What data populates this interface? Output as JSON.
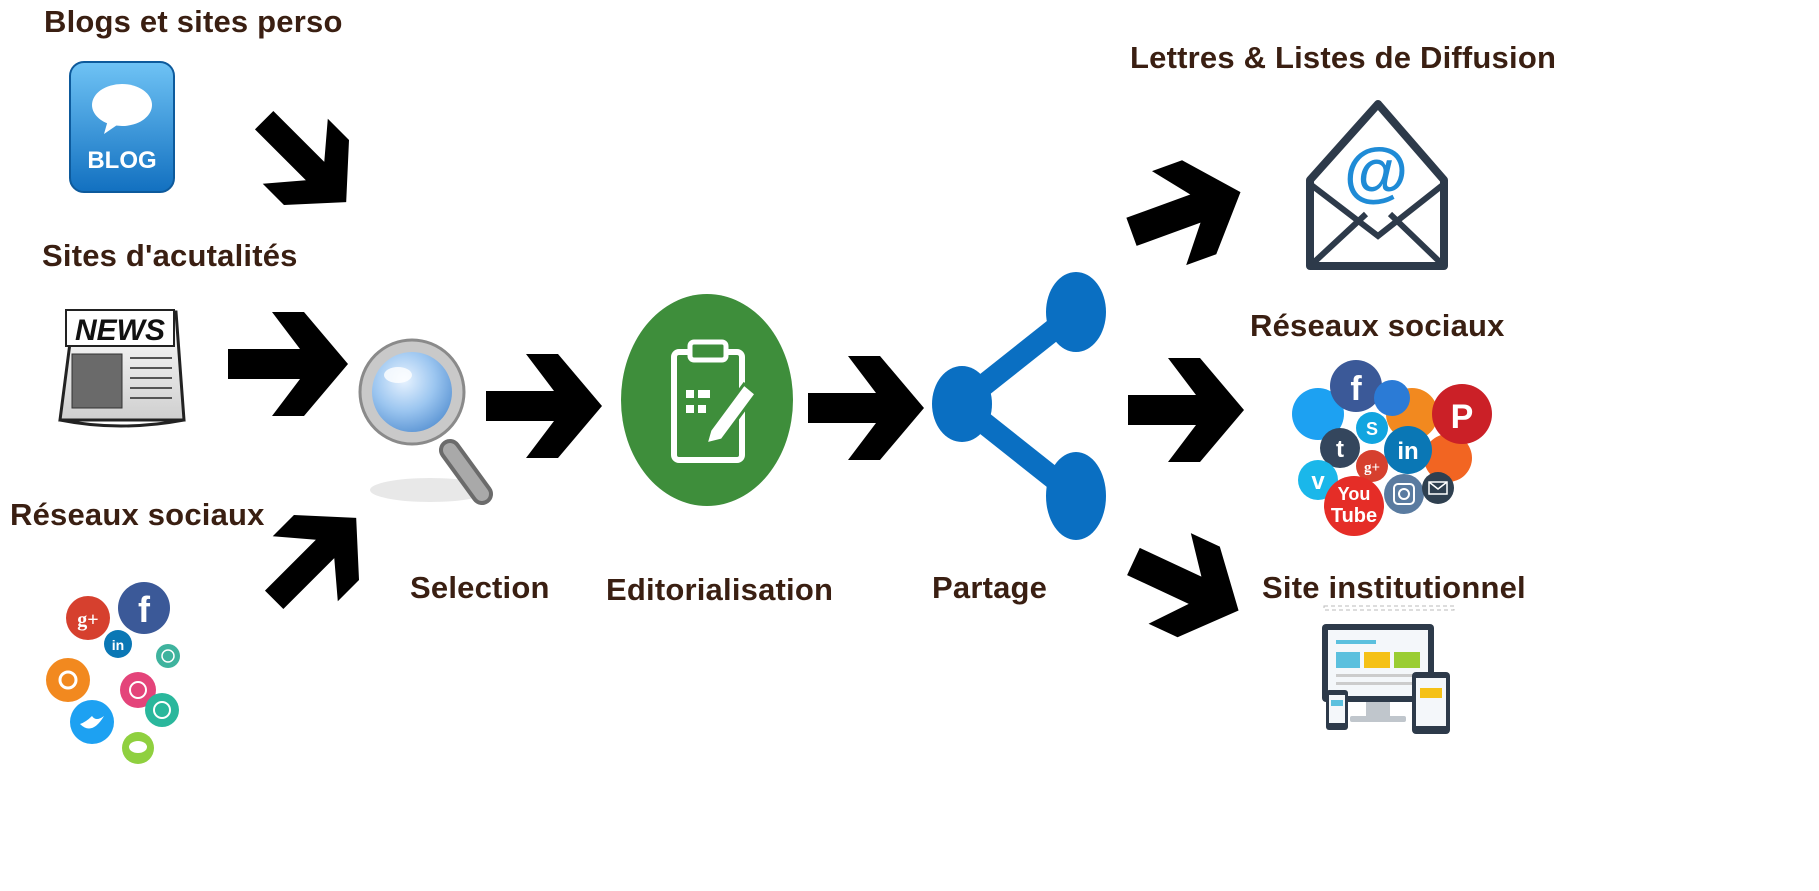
{
  "sources": {
    "blogs": {
      "title": "Blogs et sites perso",
      "icon": "blog-icon",
      "icon_text": "BLOG"
    },
    "news": {
      "title": "Sites d'acutalités",
      "icon": "newspaper-icon",
      "icon_text": "NEWS"
    },
    "social": {
      "title": "Réseaux sociaux",
      "icon": "social-network-icons-cluster"
    }
  },
  "steps": {
    "selection": {
      "label": "Selection",
      "icon": "magnifier-icon"
    },
    "editorial": {
      "label": "Editorialisation",
      "icon": "clipboard-edit-icon"
    },
    "sharing": {
      "label": "Partage",
      "icon": "share-icon"
    }
  },
  "outputs": {
    "newsletters": {
      "title": "Lettres & Listes de Diffusion",
      "icon": "mail-at-icon"
    },
    "social": {
      "title": "Réseaux sociaux",
      "icon": "social-network-icons-cluster"
    },
    "site": {
      "title": "Site institutionnel",
      "icon": "responsive-devices-icon"
    }
  },
  "colors": {
    "label_text": "#3a1f12",
    "arrow": "#000000",
    "editorial_green": "#3e8e3b",
    "share_blue": "#0a6fc2",
    "blog_blue": "#1f8bd6"
  }
}
